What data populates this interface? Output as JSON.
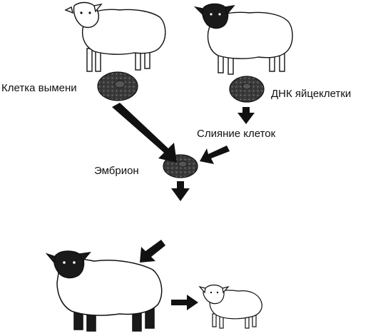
{
  "labels": {
    "udder_cell": "Клетка вымени",
    "egg_dna": "ДНК яйцеклетки",
    "cell_fusion": "Слияние клеток",
    "embryo": "Эмбрион"
  },
  "colors": {
    "ink": "#111111",
    "wool_fill": "#ffffff",
    "dark_face": "#1a1a1a",
    "cell_fill": "#3a3a3a",
    "background": "#ffffff"
  }
}
